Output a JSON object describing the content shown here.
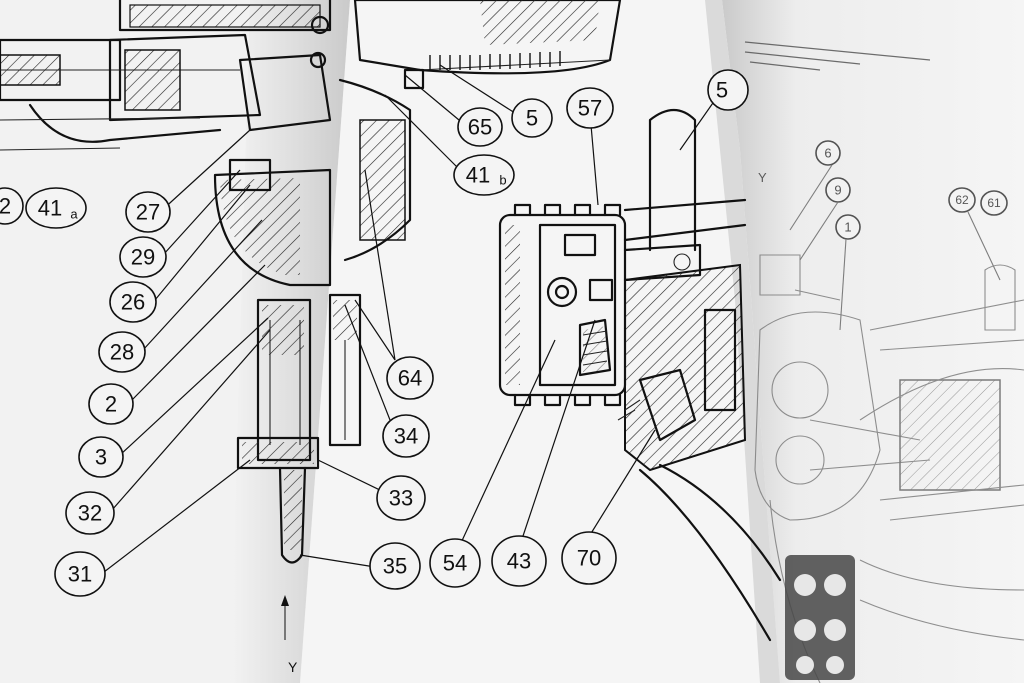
{
  "scene": {
    "paper_color": "#f3f3f3",
    "ink_color": "#111111",
    "shadow_color": "#b9b9b9"
  },
  "callouts": [
    {
      "id": "c2",
      "label": "2",
      "sub": ""
    },
    {
      "id": "c41a",
      "label": "41",
      "sub": "a"
    },
    {
      "id": "c27",
      "label": "27",
      "sub": ""
    },
    {
      "id": "c29",
      "label": "29",
      "sub": ""
    },
    {
      "id": "c26",
      "label": "26",
      "sub": ""
    },
    {
      "id": "c28",
      "label": "28",
      "sub": ""
    },
    {
      "id": "c2b",
      "label": "2",
      "sub": ""
    },
    {
      "id": "c3",
      "label": "3",
      "sub": ""
    },
    {
      "id": "c32",
      "label": "32",
      "sub": ""
    },
    {
      "id": "c31",
      "label": "31",
      "sub": ""
    },
    {
      "id": "c65",
      "label": "65",
      "sub": ""
    },
    {
      "id": "c5",
      "label": "5",
      "sub": ""
    },
    {
      "id": "c57",
      "label": "57",
      "sub": ""
    },
    {
      "id": "c41b",
      "label": "41",
      "sub": "b"
    },
    {
      "id": "c64",
      "label": "64",
      "sub": ""
    },
    {
      "id": "c34",
      "label": "34",
      "sub": ""
    },
    {
      "id": "c33",
      "label": "33",
      "sub": ""
    },
    {
      "id": "c35",
      "label": "35",
      "sub": ""
    },
    {
      "id": "c54",
      "label": "54",
      "sub": ""
    },
    {
      "id": "c43",
      "label": "43",
      "sub": ""
    },
    {
      "id": "c70",
      "label": "70",
      "sub": ""
    },
    {
      "id": "c5b",
      "label": "5",
      "sub": ""
    },
    {
      "id": "c6",
      "label": "6",
      "sub": ""
    },
    {
      "id": "c9",
      "label": "9",
      "sub": ""
    },
    {
      "id": "c1",
      "label": "1",
      "sub": ""
    },
    {
      "id": "c62",
      "label": "62",
      "sub": ""
    },
    {
      "id": "c61",
      "label": "61",
      "sub": ""
    }
  ]
}
